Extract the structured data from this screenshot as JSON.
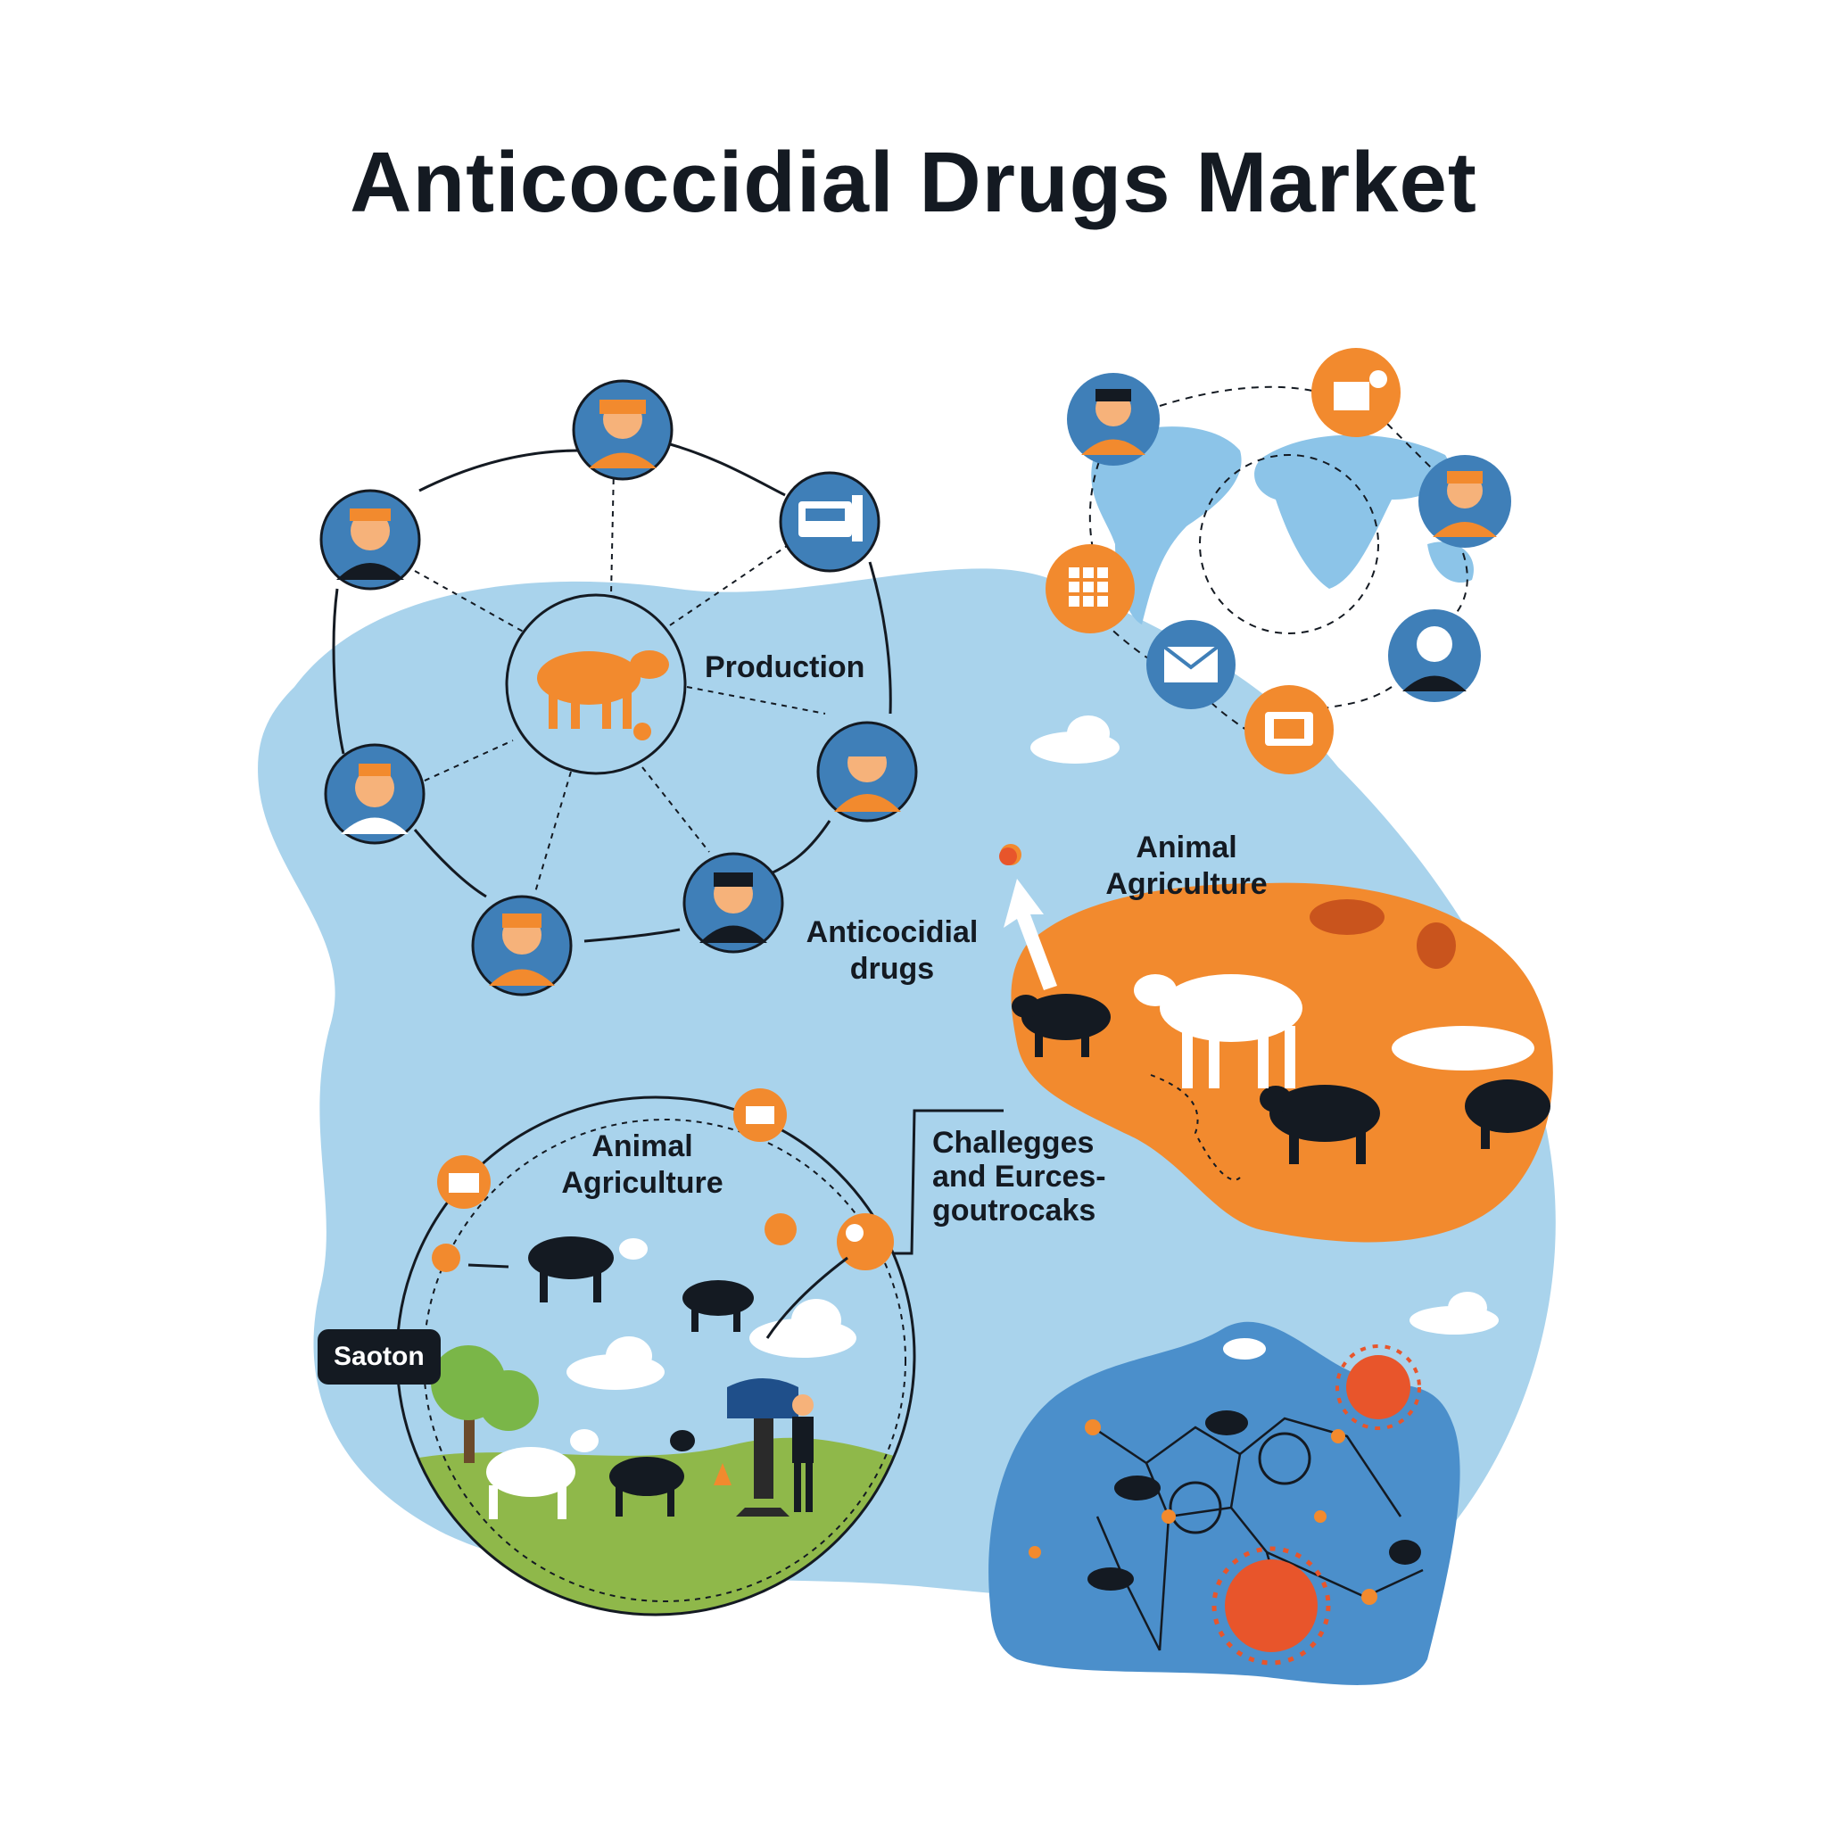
{
  "title": "Anticoccidial Drugs Market",
  "labels": {
    "production": "Production",
    "drugs_line1": "Anticocidial",
    "drugs_line2": "drugs",
    "animal_agri_right_line1": "Animal",
    "animal_agri_right_line2": "Agriculture",
    "animal_agri_left_line1": "Animal",
    "animal_agri_left_line1_b": "Agriculture",
    "challenges_line1": "Challegges",
    "challenges_line2": "and Eurces-",
    "challenges_line3": "goutrocaks",
    "speech": "Saoton"
  },
  "colors": {
    "blob_blue": "#a9d3ec",
    "orange": "#f28a2e",
    "node_blue": "#3f7fb8",
    "dark": "#141a22",
    "grass": "#8fb84a",
    "map_blue": "#4b8fcb"
  },
  "icons": {
    "production_center": "cow-icon",
    "network_nodes": [
      "worker-icon",
      "machine-icon",
      "worker-icon",
      "scientist-icon",
      "worker-icon",
      "worker-icon",
      "worker-icon"
    ],
    "global_nodes": [
      "person-icon",
      "package-icon",
      "person-icon",
      "grid-icon",
      "mail-icon",
      "person-icon",
      "box-icon"
    ]
  }
}
